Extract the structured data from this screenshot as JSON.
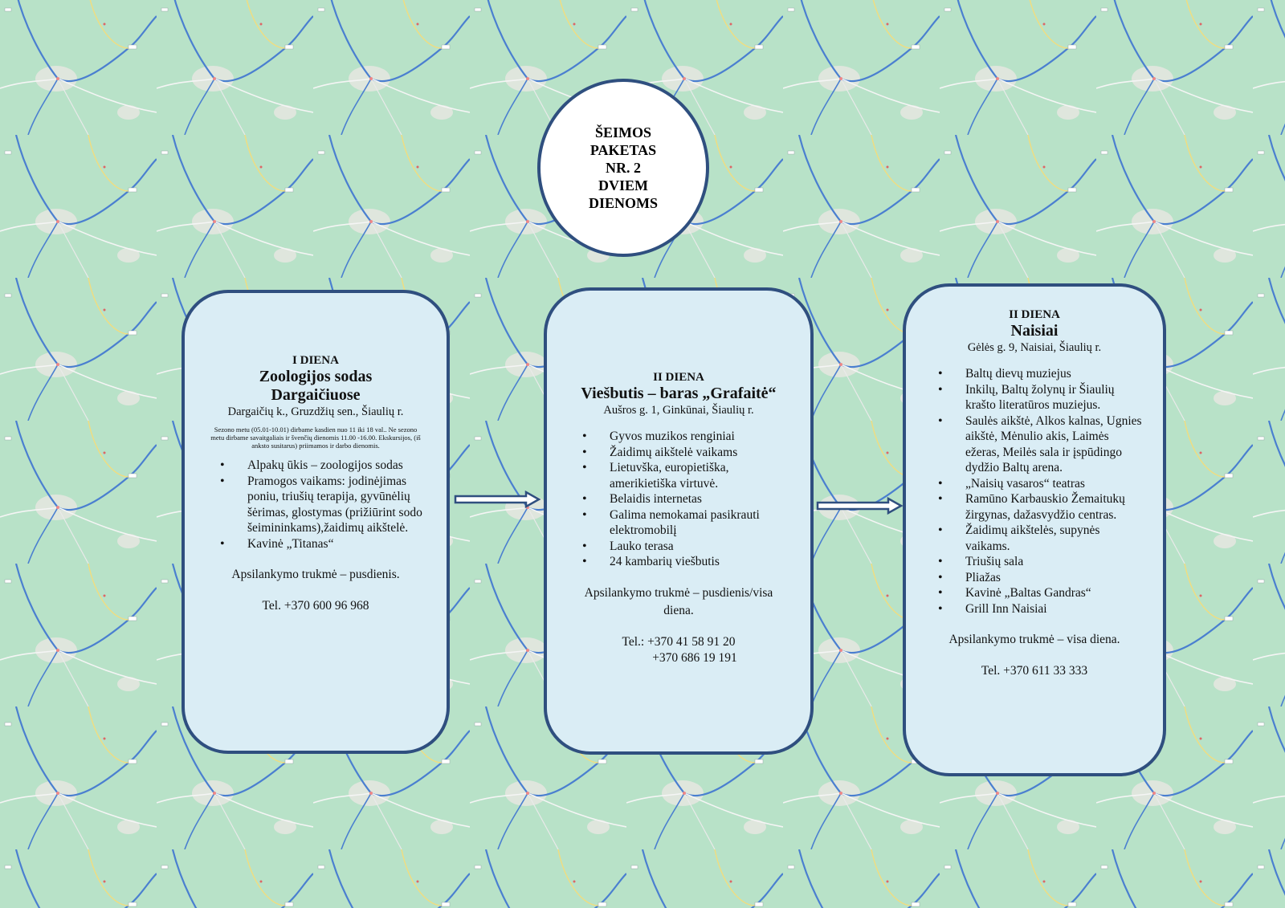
{
  "title": {
    "text": "ŠEIMOS\nPAKETAS\nNR. 2\nDVIEM\nDIENOMS"
  },
  "cards": [
    {
      "day": "I DIENA",
      "place_line1": "Zoologijos sodas",
      "place_line2": "Dargaičiuose",
      "address": "Dargaičių k., Gruzdžių sen., Šiaulių r.",
      "hours": "Sezono metu (05.01-10.01) dirbame kasdien nuo 11 iki 18 val.. Ne sezono metu dirbame savaitgaliais ir švenčių dienomis 11.00 -16.00. Ekskursijos, (iš anksto susitarus) priimamos ir darbo dienomis.",
      "items": [
        "Alpakų ūkis – zoologijos sodas",
        "Pramogos vaikams: jodinėjimas poniu, triušių terapija, gyvūnėlių šėrimas, glostymas (prižiūrint sodo šeimininkams),žaidimų aikštelė.",
        "Kavinė „Titanas“"
      ],
      "duration": "Apsilankymo trukmė – pusdienis.",
      "phone": "Tel. +370 600 96 968"
    },
    {
      "day": "II DIENA",
      "place_line1": "Viešbutis – baras „Grafaitė“",
      "address": "Aušros g. 1, Ginkūnai, Šiaulių r.",
      "items": [
        "Gyvos muzikos renginiai",
        "Žaidimų aikštelė vaikams",
        "Lietuvška, europietiška, amerikietiška virtuvė.",
        "Belaidis internetas",
        "Galima nemokamai pasikrauti elektromobilį",
        "Lauko terasa",
        "24 kambarių viešbutis"
      ],
      "duration": "Apsilankymo trukmė – pusdienis/visa diena.",
      "phone": "Tel.: +370 41 58 91 20",
      "phone2": "+370 686 19 191"
    },
    {
      "day": "II DIENA",
      "place_line1": "Naisiai",
      "address": "Gėlės g. 9, Naisiai, Šiaulių r.",
      "items": [
        "Baltų dievų muziejus",
        "Inkilų, Baltų žolynų ir Šiaulių krašto literatūros muziejus.",
        "Saulės aikštė, Alkos kalnas, Ugnies aikštė, Mėnulio akis, Laimės ežeras, Meilės sala ir įspūdingo dydžio Baltų arena.",
        "„Naisių vasaros“ teatras",
        "Ramūno Karbauskio Žemaitukų žirgynas, dažasvydžio centras.",
        "Žaidimų aikštelės, supynės vaikams.",
        "Triušių sala",
        "Pliažas",
        "Kavinė „Baltas Gandras“",
        "Grill Inn Naisiai"
      ],
      "duration": "Apsilankymo trukmė – visa diena.",
      "phone": "Tel. +370 611 33 333"
    }
  ],
  "colors": {
    "background": "#b8e2c8",
    "card_fill": "#daedf5",
    "border": "#2f4f7f",
    "road": "#4a7fd0"
  }
}
